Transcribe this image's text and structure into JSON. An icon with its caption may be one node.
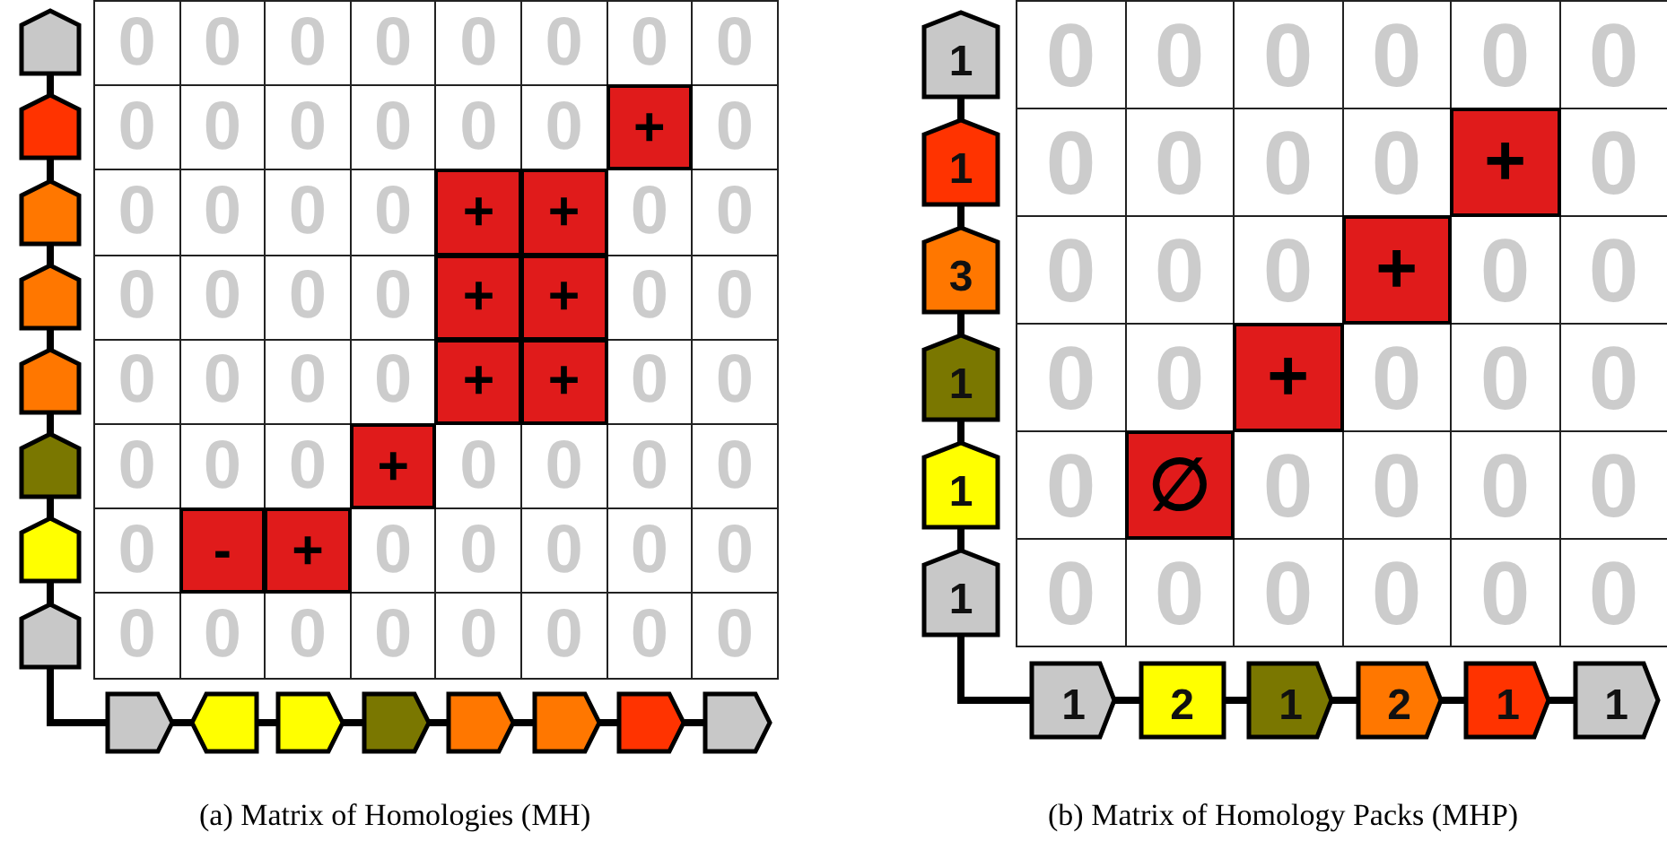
{
  "diagram": {
    "nodes": [
      {
        "text": [],
        "shape": "pentagon"
      },
      {
        "text": [],
        "shape": "pentagon"
      },
      {
        "text": [],
        "shape": "pentagon"
      },
      {
        "text": [],
        "shape": "pentagon"
      },
      {
        "text": [],
        "shape": "pentagon"
      },
      {
        "text": [],
        "shape": "pentagon"
      },
      {
        "text": [],
        "shape": "pentagon"
      },
      {
        "text": [],
        "shape": "pentagon"
      },
      {
        "text": [],
        "shape": "pentagon"
      },
      {
        "text": [],
        "shape": "pentagon"
      },
      {
        "text": [],
        "shape": "pentagon"
      },
      {
        "text": [],
        "shape": "pentagon"
      },
      {
        "text": [],
        "shape": "pentagon"
      },
      {
        "text": [],
        "shape": "pentagon"
      },
      {
        "text": [],
        "shape": "pentagon"
      },
      {
        "text": [],
        "shape": "pentagon"
      },
      {
        "text": [
          "1"
        ]
      },
      {
        "text": [
          "1"
        ]
      },
      {
        "text": [
          "3"
        ]
      },
      {
        "text": [
          "1"
        ]
      },
      {
        "text": [
          "1"
        ]
      },
      {
        "text": [
          "1"
        ]
      },
      {
        "text": [
          "1"
        ]
      },
      {
        "text": [
          "2"
        ]
      },
      {
        "text": [
          "1"
        ]
      },
      {
        "text": [
          "2"
        ]
      },
      {
        "text": [
          "1"
        ]
      },
      {
        "text": [
          "1"
        ]
      }
    ],
    "edges": [
      {
        "from": 0,
        "to": 1,
        "arrow": "none"
      },
      {
        "from": 1,
        "to": 2,
        "arrow": "none"
      },
      {
        "from": 2,
        "to": 3,
        "arrow": "none"
      },
      {
        "from": 3,
        "to": 4,
        "arrow": "none"
      },
      {
        "from": 4,
        "to": 5,
        "arrow": "none"
      },
      {
        "from": 5,
        "to": 6,
        "arrow": "none"
      },
      {
        "from": 6,
        "to": 7,
        "arrow": "none"
      },
      {
        "from": 7,
        "to": 8,
        "arrow": "none"
      },
      {
        "from": 8,
        "to": 9,
        "arrow": "none"
      },
      {
        "from": 9,
        "to": 10,
        "arrow": "none"
      },
      {
        "from": 10,
        "to": 11,
        "arrow": "none"
      },
      {
        "from": 11,
        "to": 12,
        "arrow": "none"
      },
      {
        "from": 12,
        "to": 13,
        "arrow": "none"
      },
      {
        "from": 13,
        "to": 14,
        "arrow": "none"
      },
      {
        "from": 14,
        "to": 15,
        "arrow": "none"
      },
      {
        "from": 16,
        "to": 17,
        "arrow": "none"
      },
      {
        "from": 17,
        "to": 18,
        "arrow": "none"
      },
      {
        "from": 18,
        "to": 19,
        "arrow": "none"
      },
      {
        "from": 19,
        "to": 20,
        "arrow": "none"
      },
      {
        "from": 20,
        "to": 21,
        "arrow": "none"
      },
      {
        "from": 21,
        "to": 22,
        "arrow": "none"
      },
      {
        "from": 22,
        "to": 23,
        "arrow": "none"
      },
      {
        "from": 23,
        "to": 24,
        "arrow": "none"
      },
      {
        "from": 24,
        "to": 25,
        "arrow": "none"
      },
      {
        "from": 25,
        "to": 26,
        "arrow": "none"
      },
      {
        "from": 26,
        "to": 27,
        "arrow": "none"
      }
    ],
    "labels": [
      "0",
      "0",
      "0",
      "0",
      "0",
      "0",
      "0",
      "0",
      "0",
      "0",
      "0",
      "0",
      "0",
      "0",
      "+",
      "0",
      "0",
      "0",
      "0",
      "0",
      "+",
      "+",
      "0",
      "0",
      "0",
      "0",
      "0",
      "0",
      "+",
      "+",
      "0",
      "0",
      "0",
      "0",
      "0",
      "0",
      "+",
      "+",
      "0",
      "0",
      "0",
      "0",
      "0",
      "+",
      "0",
      "0",
      "0",
      "0",
      "0",
      "-",
      "+",
      "0",
      "0",
      "0",
      "0",
      "0",
      "0",
      "0",
      "0",
      "0",
      "0",
      "0",
      "0",
      "0",
      "0",
      "0",
      "0",
      "0",
      "0",
      "0",
      "0",
      "0",
      "0",
      "0",
      "+",
      "0",
      "0",
      "0",
      "0",
      "+",
      "0",
      "0",
      "0",
      "0",
      "+",
      "0",
      "0",
      "0",
      "0",
      "∅",
      "0",
      "0",
      "0",
      "0",
      "0",
      "0",
      "0",
      "0",
      "0",
      "0",
      "(a) Matrix of Homologies (MH)",
      "(b) Matrix of Homology Packs (MHP)"
    ]
  }
}
